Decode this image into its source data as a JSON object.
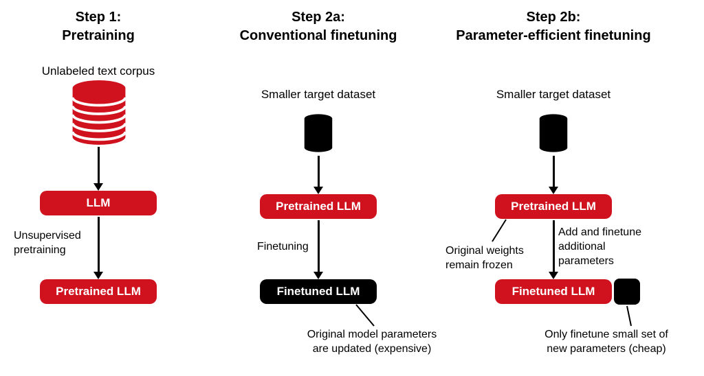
{
  "colors": {
    "accent_red": "#d0121e",
    "box_black": "#000000",
    "background": "#ffffff"
  },
  "icons": {
    "corpus": "database-stack-icon",
    "dataset": "database-cylinder-icon",
    "arrow": "arrow-down-icon",
    "adapter": "adapter-parameters-square"
  },
  "columns": [
    {
      "title1": "Step 1:",
      "title2": "Pretraining",
      "dataset_label": "Unlabeled text corpus",
      "top_box": "LLM",
      "arrow_note": "Unsupervised\npretraining",
      "bottom_box": "Pretrained LLM"
    },
    {
      "title1": "Step 2a:",
      "title2": "Conventional finetuning",
      "dataset_label": "Smaller target dataset",
      "top_box": "Pretrained LLM",
      "arrow_note": "Finetuning",
      "bottom_box": "Finetuned LLM",
      "footnote": "Original model parameters\nare updated (expensive)"
    },
    {
      "title1": "Step 2b:",
      "title2": "Parameter-efficient finetuning",
      "dataset_label": "Smaller target dataset",
      "top_box": "Pretrained LLM",
      "left_note": "Original weights\nremain frozen",
      "right_note": "Add and finetune\nadditional\nparameters",
      "bottom_box": "Finetuned LLM",
      "footnote": "Only finetune small set of\nnew parameters (cheap)"
    }
  ]
}
